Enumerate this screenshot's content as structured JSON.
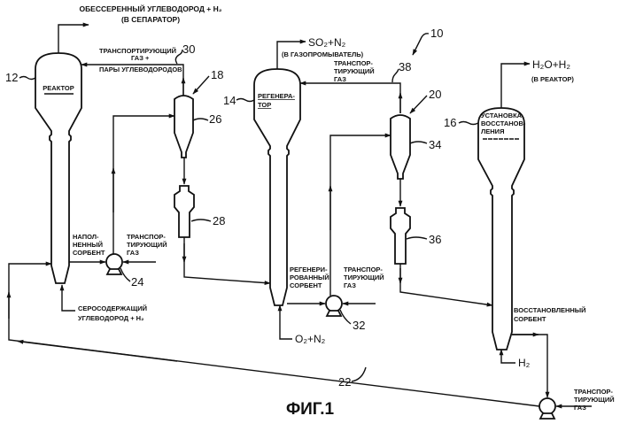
{
  "figure_title": "ФИГ.1",
  "system_ref": "10",
  "reactor": {
    "ref": "12",
    "label": "РЕАКТОР",
    "outlet_line1": "ОБЕССЕРЕННЫЙ УГЛЕВОДОРОД + H₂",
    "outlet_line2": "(В СЕПАРАТОР)",
    "feed_line1": "СЕРОСОДЕРЖАЩИЙ",
    "feed_line2": "УГЛЕВОДОРОД + H₂"
  },
  "line30": {
    "ref": "30",
    "l1": "ТРАНСПОРТИРУЮЩИЙ",
    "l2": "ГАЗ +",
    "l3": "ПАРЫ УГЛЕВОДОРОДОВ"
  },
  "cyclone18": {
    "ref": "18",
    "body_ref": "26"
  },
  "hopper28": {
    "ref": "28"
  },
  "pump24": {
    "ref": "24",
    "sorbent": [
      "НАПОЛ-",
      "НЕННЫЙ",
      "СОРБЕНТ"
    ],
    "gas": [
      "ТРАНСПОР-",
      "ТИРУЮЩИЙ",
      "ГАЗ"
    ]
  },
  "regenerator": {
    "ref": "14",
    "label1": "РЕГЕНЕРА-",
    "label2": "ТОР",
    "outlet": "SO₂+N₂",
    "outlet_dest": "(В ГАЗОПРОМЫВАТЕЛЬ)",
    "feed": "O₂+N₂"
  },
  "line38": {
    "ref": "38",
    "text": [
      "ТРАНСПОР-",
      "ТИРУЮЩИЙ",
      "ГАЗ"
    ]
  },
  "cyclone20": {
    "ref": "20",
    "body_ref": "34"
  },
  "hopper36": {
    "ref": "36"
  },
  "pump32": {
    "ref": "32",
    "sorbent": [
      "РЕГЕНЕРИ-",
      "РОВАННЫЙ",
      "СОРБЕНТ"
    ],
    "gas": [
      "ТРАНСПОР-",
      "ТИРУЮЩИЙ",
      "ГАЗ"
    ]
  },
  "reducer": {
    "ref": "16",
    "label": [
      "УСТАНОВКА",
      "ВОССТАНОВ-",
      "ЛЕНИЯ"
    ],
    "outlet": "H₂O+H₂",
    "outlet_dest": "(В РЕАКТОР)",
    "feed": "H₂",
    "sorbent": [
      "ВОССТАНОВЛЕННЫЙ",
      "СОРБЕНТ"
    ]
  },
  "pump_return": {
    "gas": [
      "ТРАНСПОР-",
      "ТИРУЮЩИЙ",
      "ГАЗ"
    ]
  },
  "line22": {
    "ref": "22"
  }
}
